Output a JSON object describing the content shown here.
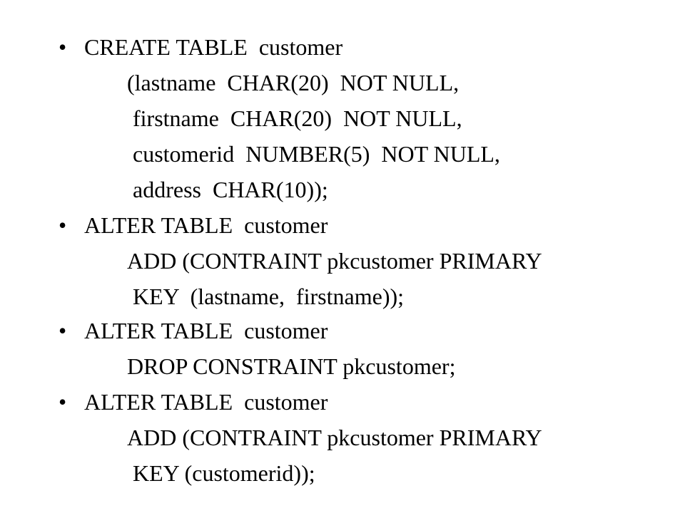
{
  "slide": {
    "bullet_char": "•",
    "items": [
      {
        "statement": "CREATE TABLE  customer",
        "lines": [
          "(lastname  CHAR(20)  NOT NULL,",
          "firstname  CHAR(20)  NOT NULL,",
          "customerid  NUMBER(5)  NOT NULL,",
          "address  CHAR(10));"
        ]
      },
      {
        "statement": "ALTER TABLE  customer",
        "lines": [
          "ADD (CONTRAINT pkcustomer PRIMARY",
          "KEY  (lastname,  firstname));"
        ]
      },
      {
        "statement": "ALTER TABLE  customer",
        "lines": [
          "DROP CONSTRAINT pkcustomer;"
        ]
      },
      {
        "statement": "ALTER TABLE  customer",
        "lines": [
          "ADD (CONTRAINT pkcustomer PRIMARY",
          "KEY (customerid));"
        ]
      }
    ]
  }
}
